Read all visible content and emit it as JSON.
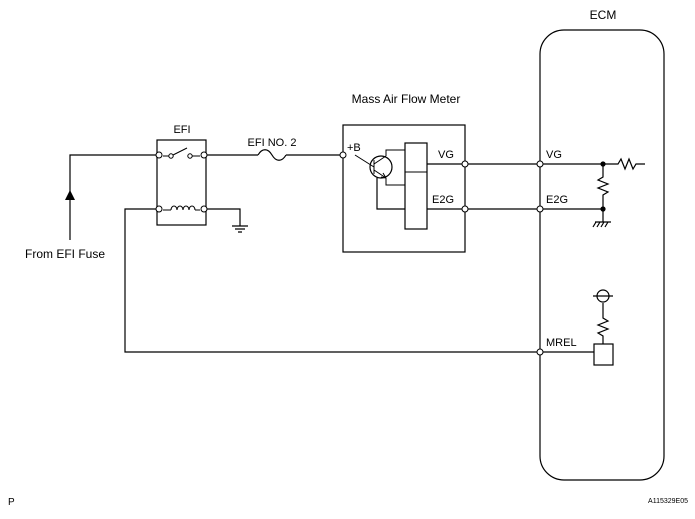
{
  "labels": {
    "ecm": "ECM",
    "maf_title": "Mass Air Flow Meter",
    "efi_relay": "EFI",
    "efi_no2": "EFI NO. 2",
    "from_efi_fuse": "From EFI Fuse",
    "plus_b": "+B",
    "vg_sensor": "VG",
    "e2g_sensor": "E2G",
    "vg_ecm": "VG",
    "e2g_ecm": "E2G",
    "mrel_ecm": "MREL",
    "corner_letter": "P",
    "figure_code": "A115329E05"
  }
}
